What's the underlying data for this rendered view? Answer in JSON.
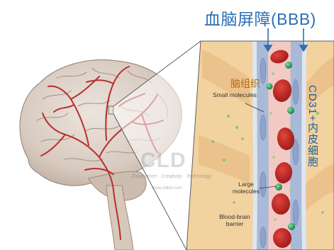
{
  "figure": {
    "title": "血脑屏障(BBB)",
    "tissue_label": "脑组织",
    "endothelium_label": "CD31+内皮细胞",
    "labels": {
      "small_molecules": "Small molecules",
      "large_molecules": "Large molecules",
      "bbb": "Blood-brain barrier"
    },
    "watermark": {
      "brand": "CLD",
      "tagline": "Experience · Creativity · Technology",
      "url": "www.cldbio.com"
    }
  },
  "colors": {
    "title": "#2b6fb5",
    "vessel_red": "#b7312e",
    "brain_tissue": "#f2d29f",
    "endothelium": "#a9b9d8",
    "lumen": "#f3c9c4",
    "green_molecule": "#1fa35a"
  }
}
